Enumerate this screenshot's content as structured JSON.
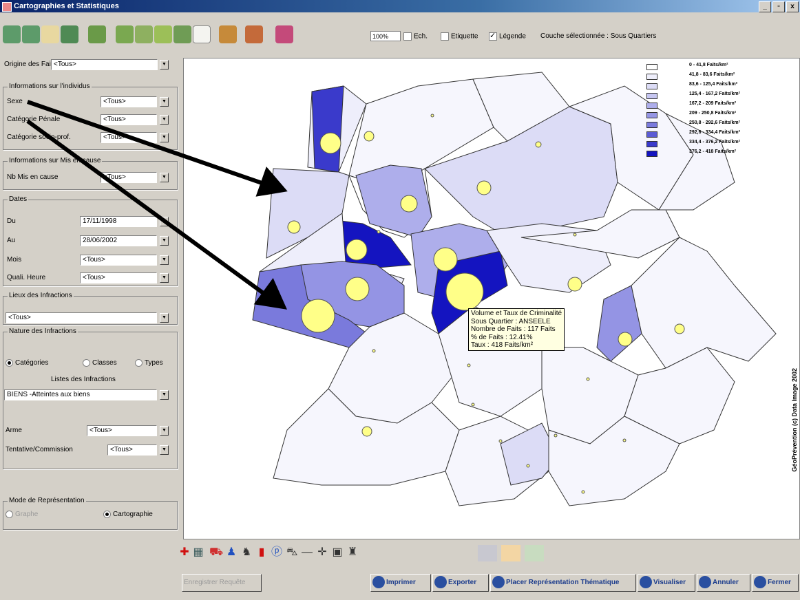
{
  "window": {
    "title": "Cartographies et Statistiques",
    "controls": [
      "_",
      "▫",
      "x"
    ]
  },
  "toolbar": {
    "zoom": "100%",
    "echelle_label": "Ech.",
    "echelle_checked": false,
    "etiquette_label": "Etiquette",
    "etiquette_checked": false,
    "legende_label": "Légende",
    "legende_checked": true,
    "status": "Couche sélectionnée : Sous Quartiers"
  },
  "filters": {
    "origine_label": "Origine des Faits",
    "origine_value": "<Tous>",
    "individus_group": "Informations sur l'individus",
    "sexe_label": "Sexe",
    "sexe_value": "<Tous>",
    "categorie_penale_label": "Catégorie Pénale",
    "categorie_penale_value": "<Tous>",
    "categorie_socio_label": "Catégorie socio-prof.",
    "categorie_socio_value": "<Tous>",
    "mis_en_cause_group": "Informations sur Mis en cause",
    "nb_mis_label": "Nb Mis en cause",
    "nb_mis_value": "<Tous>",
    "dates_group": "Dates",
    "du_label": "Du",
    "du_value": "17/11/1998",
    "au_label": "Au",
    "au_value": "28/06/2002",
    "mois_label": "Mois",
    "mois_value": "<Tous>",
    "heure_label": "Quali. Heure",
    "heure_value": "<Tous>",
    "lieux_group": "Lieux des Infractions",
    "lieux_value": "<Tous>",
    "nature_group": "Nature des Infractions",
    "radio_categories": "Catégories",
    "radio_classes": "Classes",
    "radio_types": "Types",
    "listes_label": "Listes des Infractions",
    "listes_value": "BIENS -Atteintes aux biens",
    "arme_label": "Arme",
    "arme_value": "<Tous>",
    "tentative_label": "Tentative/Commission",
    "tentative_value": "<Tous>",
    "mode_group": "Mode de Représentation",
    "mode_graphe": "Graphe",
    "mode_carto": "Cartographie"
  },
  "legend": [
    {
      "range": "0 - 41,8 Faits/km²",
      "color": "#ffffff"
    },
    {
      "range": "41,8 - 83,6 Faits/km²",
      "color": "#eeeefb"
    },
    {
      "range": "83,6 - 125,4 Faits/km²",
      "color": "#dcdcf6"
    },
    {
      "range": "125,4 - 167,2 Faits/km²",
      "color": "#c6c6f1"
    },
    {
      "range": "167,2 - 209 Faits/km²",
      "color": "#aeaeeb"
    },
    {
      "range": "209 - 250,8 Faits/km²",
      "color": "#9494e4"
    },
    {
      "range": "250,8 - 292,6 Faits/km²",
      "color": "#7a7adc"
    },
    {
      "range": "292,6 - 334,4 Faits/km²",
      "color": "#5c5cd4"
    },
    {
      "range": "334,4 - 376,2 Faits/km²",
      "color": "#3a3acb"
    },
    {
      "range": "376,2 - 418 Faits/km²",
      "color": "#1414c0"
    }
  ],
  "tooltip": {
    "line1": "Volume et Taux de Criminalité",
    "line2": "Sous Quartier : ANSEELE",
    "line3": "Nombre de Faits : 117 Faits",
    "line4": "% de Faits : 12.41%",
    "line5": "Taux : 418 Faits/km²"
  },
  "copyright": "GéoPrévention (c) Data Image 2002",
  "buttons": {
    "requete": "Enregistrer Requête",
    "imprimer": "Imprimer",
    "exporter": "Exporter",
    "placer": "Placer Représentation Thématique",
    "visualiser": "Visualiser",
    "annuler": "Annuler",
    "fermer": "Fermer"
  },
  "colors": {
    "accent": "#0a246a",
    "bubble": "#ffff88",
    "choropleth_dark": "#1414c0"
  }
}
